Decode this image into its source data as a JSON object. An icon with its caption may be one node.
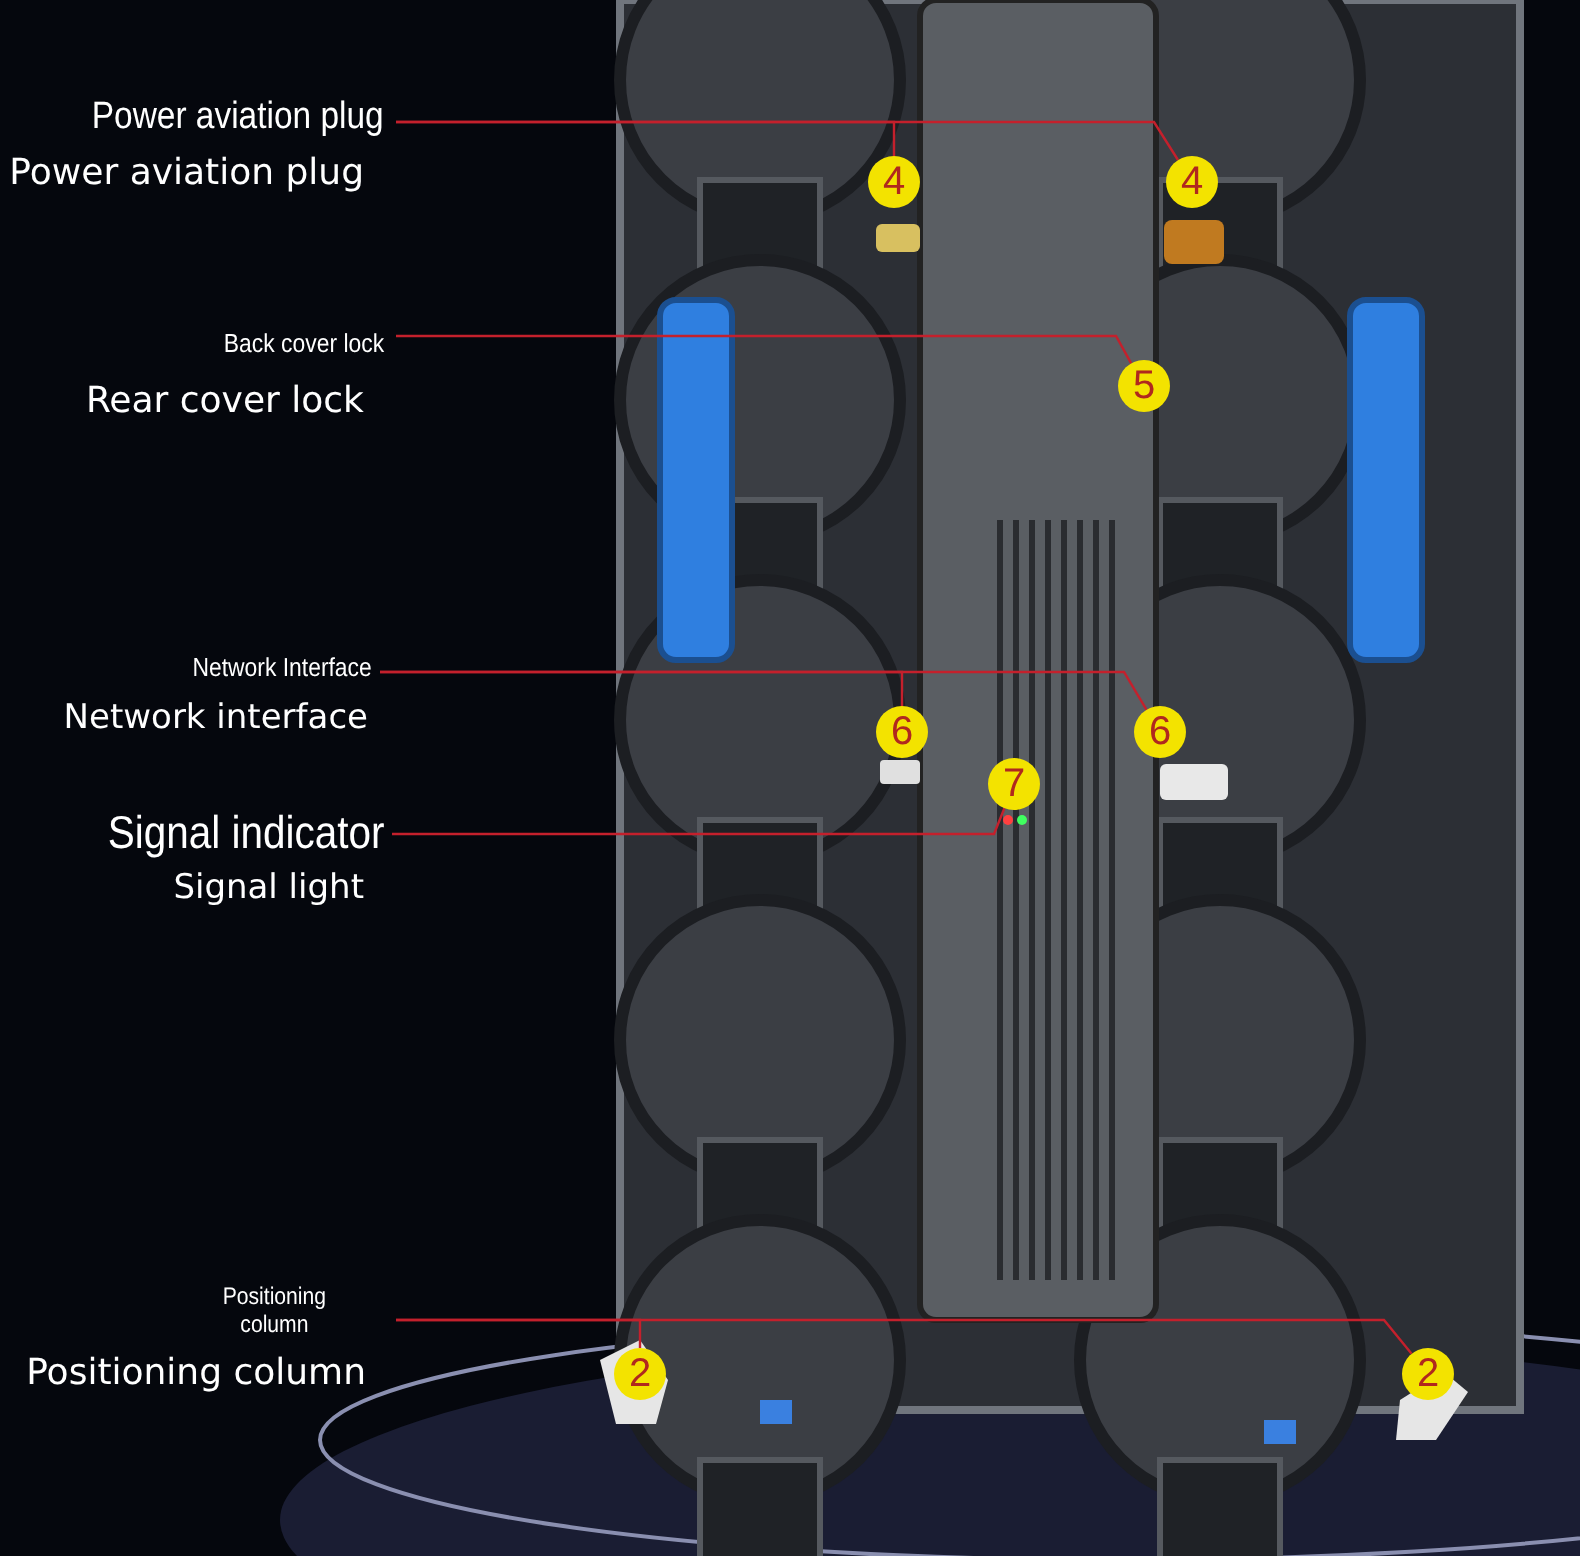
{
  "diagram": {
    "nodes": [
      {
        "text": [
          "Power aviation plug"
        ],
        "beside": [
          "Power aviation plug"
        ]
      },
      {
        "text": [
          "4"
        ]
      },
      {
        "text": [
          "4"
        ]
      },
      {
        "text": [
          "Back cover lock"
        ],
        "beside": [
          "Rear cover lock"
        ]
      },
      {
        "text": [
          "5"
        ]
      },
      {
        "text": [
          "Network Interface"
        ],
        "beside": [
          "Network interface"
        ]
      },
      {
        "text": [
          "6"
        ]
      },
      {
        "text": [
          "6"
        ]
      },
      {
        "text": [
          "Signal indicator"
        ],
        "beside": [
          "Signal light"
        ]
      },
      {
        "text": [
          "7"
        ]
      },
      {
        "text": [
          "Positioning column"
        ],
        "beside": [
          "Positioning column"
        ]
      },
      {
        "text": [
          "2"
        ]
      },
      {
        "text": [
          "2"
        ]
      }
    ],
    "edges": [
      {
        "from": 0,
        "to": 1,
        "arrow": "none"
      },
      {
        "from": 0,
        "to": 2,
        "arrow": "none"
      },
      {
        "from": 3,
        "to": 4,
        "arrow": "none"
      },
      {
        "from": 5,
        "to": 6,
        "arrow": "none"
      },
      {
        "from": 5,
        "to": 7,
        "arrow": "none"
      },
      {
        "from": 8,
        "to": 9,
        "arrow": "none"
      },
      {
        "from": 10,
        "to": 11,
        "arrow": "none"
      },
      {
        "from": 10,
        "to": 12,
        "arrow": "none"
      }
    ]
  }
}
